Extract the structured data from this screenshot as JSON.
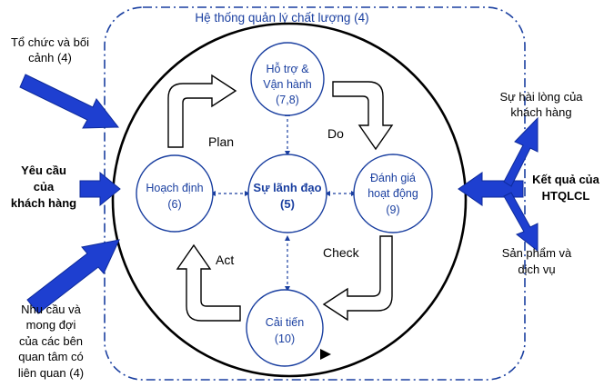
{
  "system": {
    "title": "Hệ thống quản lý chất lượng (4)"
  },
  "nodes": {
    "support": {
      "line1": "Hỗ trợ &",
      "line2": "Vận hành",
      "line3": "(7,8)"
    },
    "planning": {
      "line1": "Hoạch định",
      "line2": "(6)"
    },
    "leadership": {
      "line1": "Sự lãnh đạo",
      "line2": "(5)"
    },
    "evaluation": {
      "line1": "Đánh giá",
      "line2": "hoạt động",
      "line3": "(9)"
    },
    "improvement": {
      "line1": "Cải tiến",
      "line2": "(10)"
    }
  },
  "cycle": {
    "plan": "Plan",
    "do": "Do",
    "check": "Check",
    "act": "Act"
  },
  "inputs": {
    "context": {
      "line1": "Tổ chức và bối",
      "line2": "cảnh (4)"
    },
    "requirements": {
      "line1": "Yêu cầu",
      "line2": "của",
      "line3": "khách hàng"
    },
    "stakeholders": {
      "line1": "Nhu cầu và",
      "line2": "mong đợi",
      "line3": "của các bên",
      "line4": "quan tâm có",
      "line5": "liên quan (4)"
    }
  },
  "outputs": {
    "results": {
      "line1": "Kết quả của",
      "line2": "HTQLCL"
    },
    "satisfaction": {
      "line1": "Sự hài lòng của",
      "line2": "khách hàng"
    },
    "products": {
      "line1": "Sản phẩm và",
      "line2": "dịch vụ"
    }
  },
  "colors": {
    "accent": "#1a3fa0",
    "arrow": "#1e3fd0",
    "dash": "#1a3fa0"
  }
}
